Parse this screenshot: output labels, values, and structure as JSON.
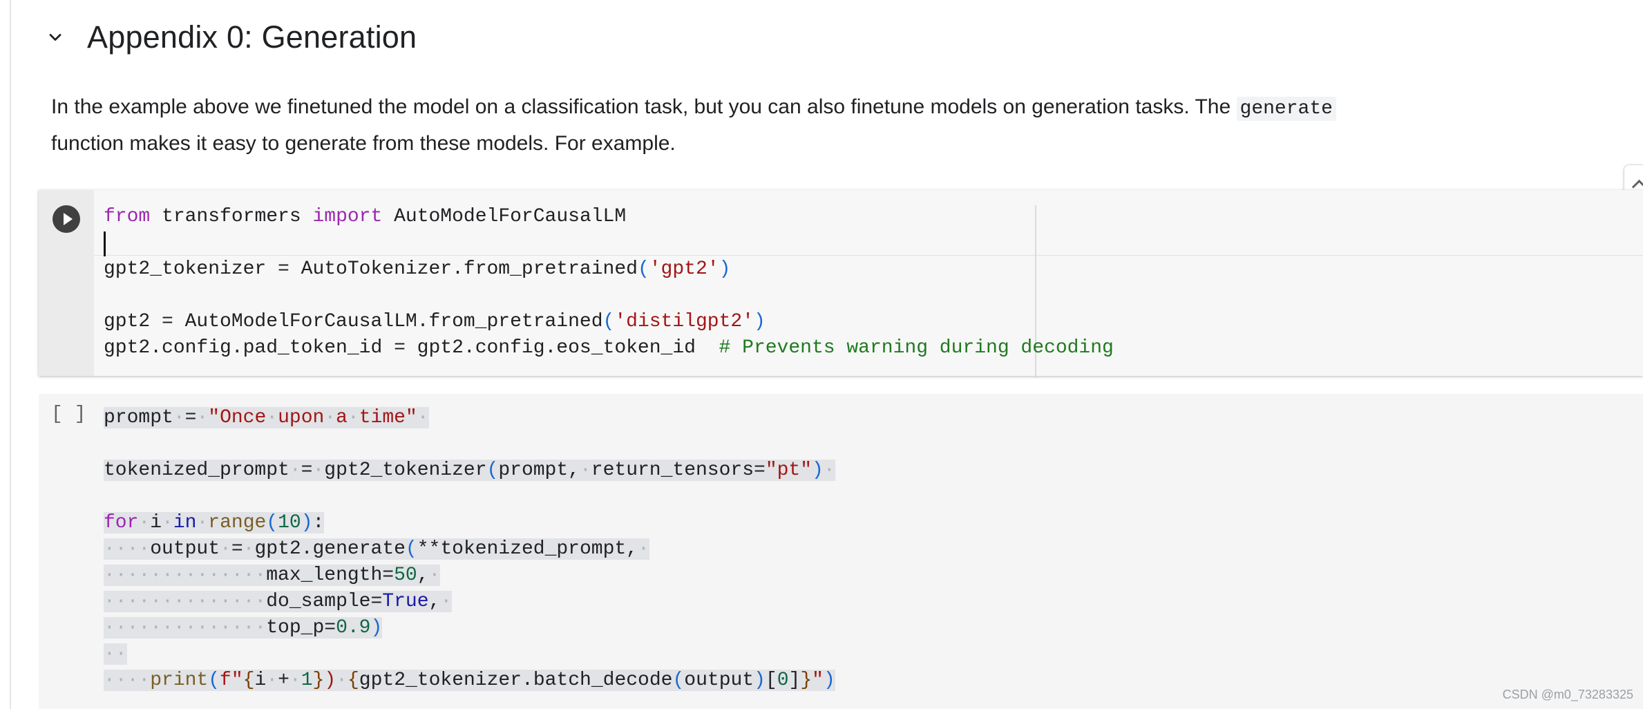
{
  "section": {
    "title": "Appendix 0: Generation"
  },
  "markdown": {
    "before_code": "In the example above we finetuned the model on a classification task, but you can also finetune models on generation tasks. The ",
    "code_word": "generate",
    "after_code": "function makes it easy to generate from these models. For example."
  },
  "cell1": {
    "lines": [
      [
        [
          "kw",
          "from"
        ],
        [
          "",
          "·transformers·"
        ],
        [
          "kw",
          "import"
        ],
        [
          "",
          "·AutoModelForCausalLM"
        ]
      ],
      [],
      [
        [
          "",
          "gpt2_tokenizer = AutoTokenizer.from_pretrained"
        ],
        [
          "p1",
          "("
        ],
        [
          "str",
          "'gpt2'"
        ],
        [
          "p1",
          ")"
        ]
      ],
      [],
      [
        [
          "",
          "gpt2 = AutoModelForCausalLM.from_pretrained"
        ],
        [
          "p1",
          "("
        ],
        [
          "str",
          "'distilgpt2'"
        ],
        [
          "p1",
          ")"
        ]
      ],
      [
        [
          "",
          "gpt2.config.pad_token_id = gpt2.config.eos_token_id  "
        ],
        [
          "cmt",
          "# Prevents warning during decoding"
        ]
      ]
    ]
  },
  "cell2": {
    "run_label": "[ ]",
    "lines": [
      [
        [
          "",
          "prompt"
        ],
        [
          "ws",
          "·"
        ],
        [
          "",
          "="
        ],
        [
          "ws",
          "·"
        ],
        [
          "str",
          "\"Once"
        ],
        [
          "ws",
          "·"
        ],
        [
          "str",
          "upon"
        ],
        [
          "ws",
          "·"
        ],
        [
          "str",
          "a"
        ],
        [
          "ws",
          "·"
        ],
        [
          "str",
          "time\""
        ],
        [
          "ws",
          "·"
        ]
      ],
      [],
      [
        [
          "",
          "tokenized_prompt"
        ],
        [
          "ws",
          "·"
        ],
        [
          "",
          "="
        ],
        [
          "ws",
          "·"
        ],
        [
          "",
          "gpt2_tokenizer"
        ],
        [
          "p1",
          "("
        ],
        [
          "",
          "prompt,"
        ],
        [
          "ws",
          "·"
        ],
        [
          "",
          "return_tensors="
        ],
        [
          "str",
          "\"pt\""
        ],
        [
          "p1",
          ")"
        ],
        [
          "ws",
          "·"
        ]
      ],
      [],
      [
        [
          "kw",
          "for"
        ],
        [
          "ws",
          "·"
        ],
        [
          "",
          "i"
        ],
        [
          "ws",
          "·"
        ],
        [
          "kw2",
          "in"
        ],
        [
          "ws",
          "·"
        ],
        [
          "bltn",
          "range"
        ],
        [
          "p1",
          "("
        ],
        [
          "num",
          "10"
        ],
        [
          "p1",
          ")"
        ],
        [
          "",
          ":"
        ]
      ],
      [
        [
          "ws",
          "····"
        ],
        [
          "",
          "output"
        ],
        [
          "ws",
          "·"
        ],
        [
          "",
          "="
        ],
        [
          "ws",
          "·"
        ],
        [
          "",
          "gpt2.generate"
        ],
        [
          "p1",
          "("
        ],
        [
          "",
          "**tokenized_prompt,"
        ],
        [
          "ws",
          "·"
        ]
      ],
      [
        [
          "ws",
          "··············"
        ],
        [
          "",
          "max_length="
        ],
        [
          "num",
          "50"
        ],
        [
          "",
          ","
        ],
        [
          "ws",
          "·"
        ]
      ],
      [
        [
          "ws",
          "··············"
        ],
        [
          "",
          "do_sample="
        ],
        [
          "kw2",
          "True"
        ],
        [
          "",
          ","
        ],
        [
          "ws",
          "·"
        ]
      ],
      [
        [
          "ws",
          "··············"
        ],
        [
          "",
          "top_p="
        ],
        [
          "num",
          "0.9"
        ],
        [
          "p1",
          ")"
        ]
      ],
      [
        [
          "ws",
          "··"
        ]
      ],
      [
        [
          "ws",
          "····"
        ],
        [
          "bltn",
          "print"
        ],
        [
          "p1",
          "("
        ],
        [
          "str",
          "f\""
        ],
        [
          "p2",
          "{"
        ],
        [
          "",
          "i"
        ],
        [
          "ws",
          "·"
        ],
        [
          "",
          "+"
        ],
        [
          "ws",
          "·"
        ],
        [
          "num",
          "1"
        ],
        [
          "p2",
          "}"
        ],
        [
          "str",
          ")"
        ],
        [
          "ws",
          "·"
        ],
        [
          "p2",
          "{"
        ],
        [
          "",
          "gpt2_tokenizer.batch_decode"
        ],
        [
          "p1",
          "("
        ],
        [
          "",
          "output"
        ],
        [
          "p1",
          ")"
        ],
        [
          "",
          "["
        ],
        [
          "num",
          "0"
        ],
        [
          "",
          "]"
        ],
        [
          "p2",
          "}"
        ],
        [
          "str",
          "\""
        ],
        [
          "p1",
          ")"
        ]
      ]
    ]
  },
  "watermark": "CSDN @m0_73283325"
}
